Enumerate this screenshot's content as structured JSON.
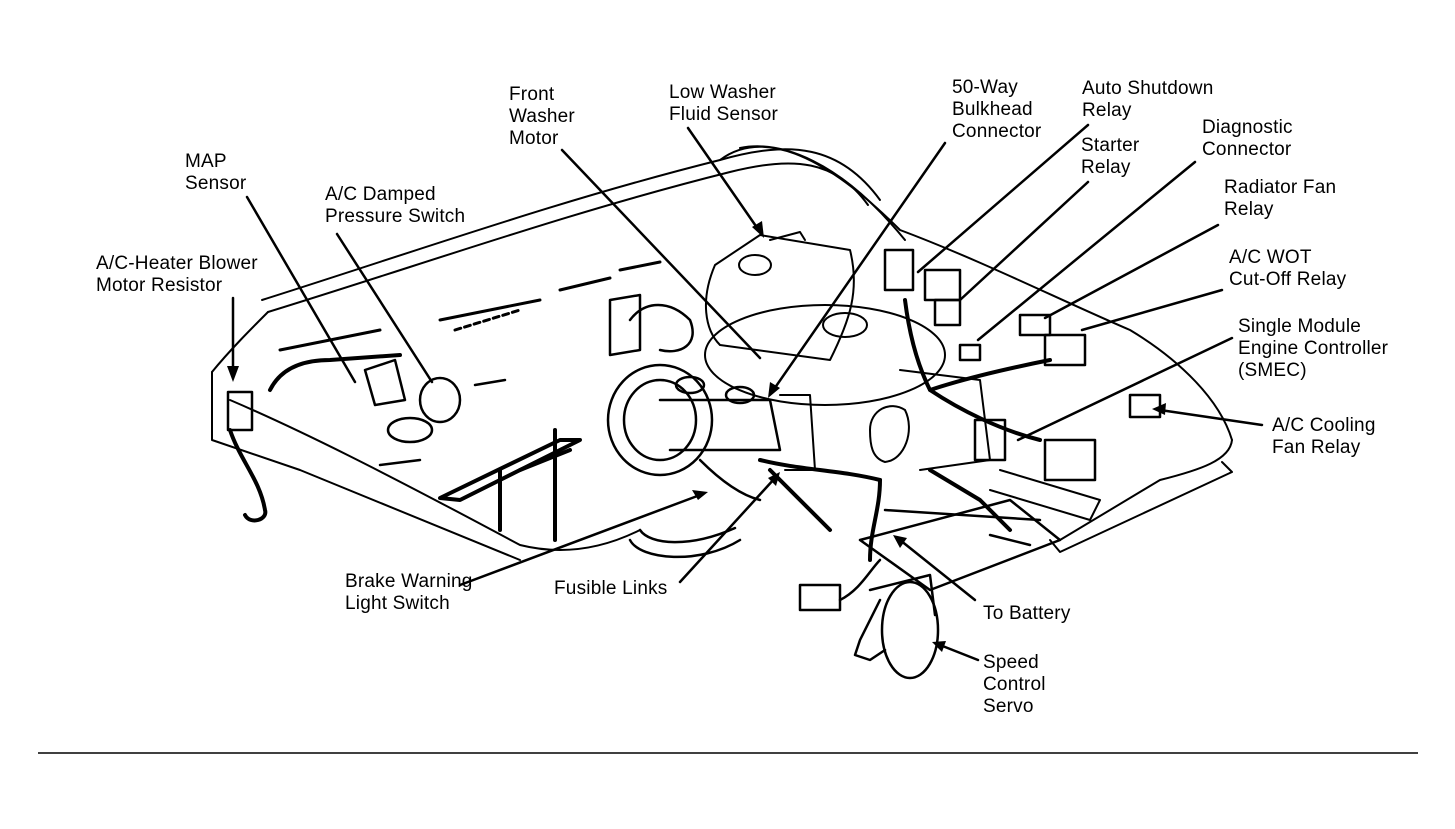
{
  "colors": {
    "ink": "#000000",
    "paper": "#ffffff"
  },
  "labels": {
    "map_sensor": "MAP\nSensor",
    "ac_heater_blower": "A/C-Heater Blower\nMotor Resistor",
    "ac_damped_pressure": "A/C Damped\nPressure Switch",
    "front_washer_motor": "Front\nWasher\nMotor",
    "low_washer_fluid": "Low Washer\nFluid Sensor",
    "bulkhead_connector": "50-Way\nBulkhead\nConnector",
    "auto_shutdown_relay": "Auto Shutdown\nRelay",
    "starter_relay": "Starter\nRelay",
    "diagnostic_connector": "Diagnostic\nConnector",
    "radiator_fan_relay": "Radiator Fan\nRelay",
    "ac_wot_relay": "A/C WOT\nCut-Off Relay",
    "smec": "Single Module\nEngine Controller\n(SMEC)",
    "ac_cooling_fan_relay": "A/C Cooling\nFan Relay",
    "brake_warning_switch": "Brake Warning\nLight Switch",
    "fusible_links": "Fusible Links",
    "to_battery": "To Battery",
    "speed_control_servo": "Speed\nControl\nServo"
  }
}
